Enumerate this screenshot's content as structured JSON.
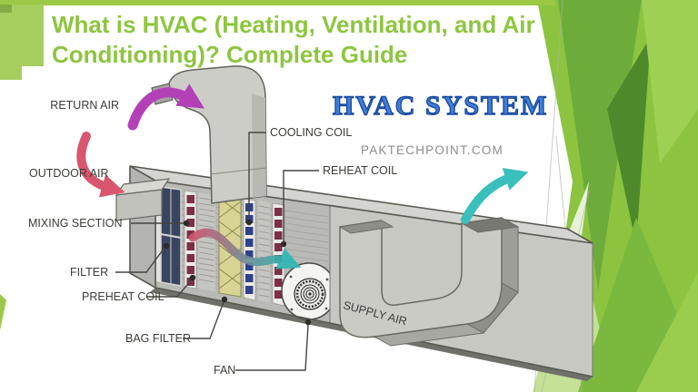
{
  "slide": {
    "title": "What is HVAC (Heating, Ventilation, and Air Conditioning)? Complete Guide",
    "accent_green": "#8dc63f"
  },
  "watermark": {
    "brand": "HVAC SYSTEM",
    "site": "PAKTECHPOINT.COM",
    "brand_color": "#3f80db",
    "brand_outline_color": "#1d4ba0",
    "site_color": "#8d8d8d"
  },
  "diagram": {
    "labels": [
      {
        "id": "return-air",
        "text": "RETURN AIR"
      },
      {
        "id": "outdoor-air",
        "text": "OUTDOOR AIR"
      },
      {
        "id": "mixing-section",
        "text": "MIXING SECTION"
      },
      {
        "id": "filter",
        "text": "FILTER"
      },
      {
        "id": "preheat-coil",
        "text": "PREHEAT COIL"
      },
      {
        "id": "bag-filter",
        "text": "BAG FILTER"
      },
      {
        "id": "fan",
        "text": "FAN"
      },
      {
        "id": "cooling-coil",
        "text": "COOLING COIL"
      },
      {
        "id": "reheat-coil",
        "text": "REHEAT COIL"
      },
      {
        "id": "supply-air",
        "text": "SUPPLY AIR"
      }
    ],
    "arrows": {
      "return_air_color": "#b440b8",
      "outdoor_air_color": "#d8566e",
      "supply_air_color": "#39bfbc",
      "flow_gradient": [
        "#cf566f",
        "#2fb7b5"
      ]
    }
  }
}
